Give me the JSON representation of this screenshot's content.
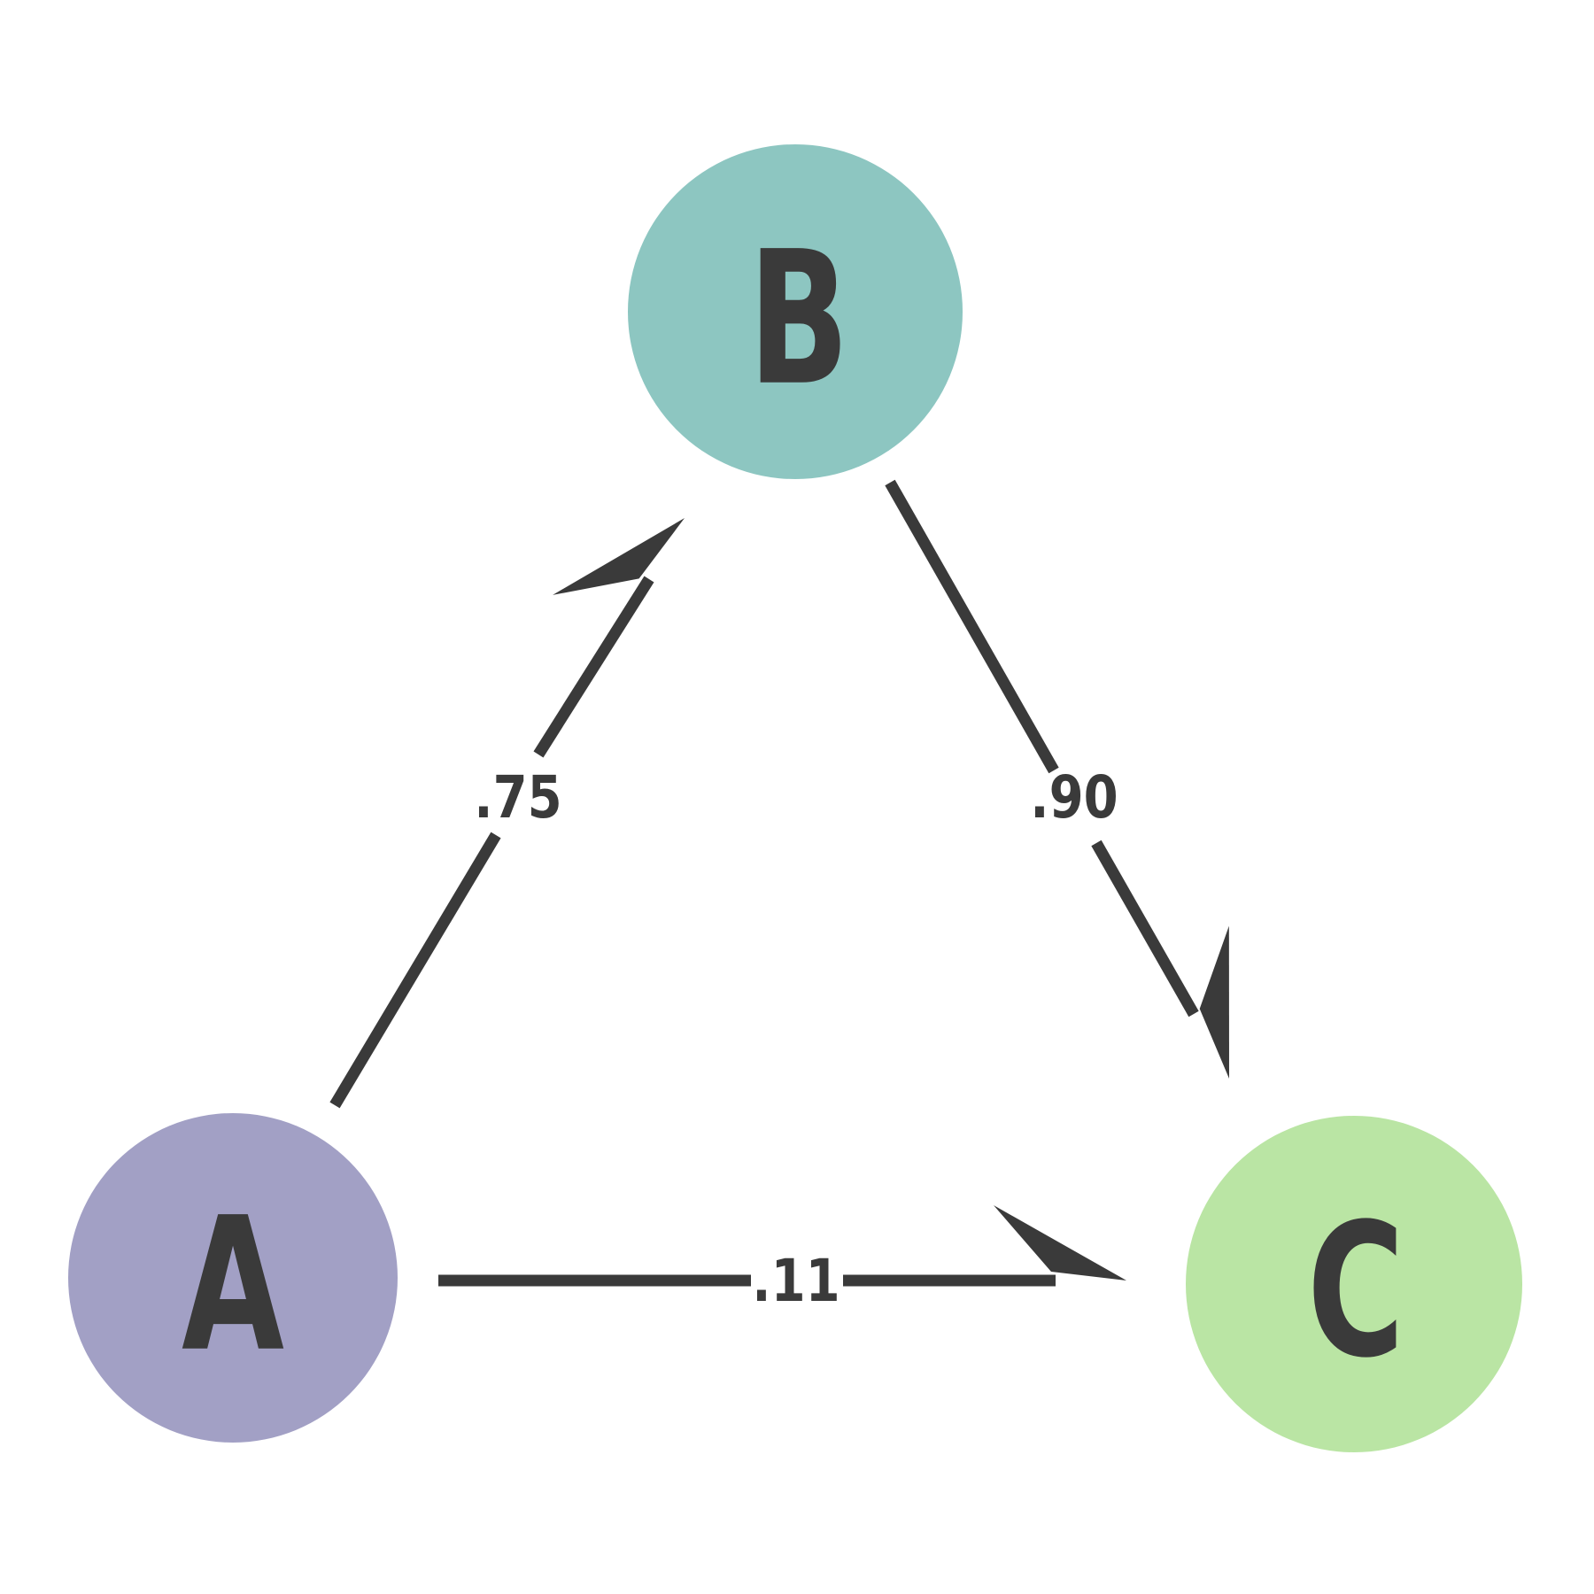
{
  "diagram": {
    "type": "directed-graph",
    "background_color": "#ffffff",
    "stroke_color": "#3a3a3a",
    "nodes": [
      {
        "id": "A",
        "label": "A",
        "color": "#a2a0c5"
      },
      {
        "id": "B",
        "label": "B",
        "color": "#8dc6c1"
      },
      {
        "id": "C",
        "label": "C",
        "color": "#bae5a4"
      }
    ],
    "edges": [
      {
        "from": "A",
        "to": "B",
        "label": ".75"
      },
      {
        "from": "B",
        "to": "C",
        "label": ".90"
      },
      {
        "from": "A",
        "to": "C",
        "label": ".11"
      }
    ]
  }
}
